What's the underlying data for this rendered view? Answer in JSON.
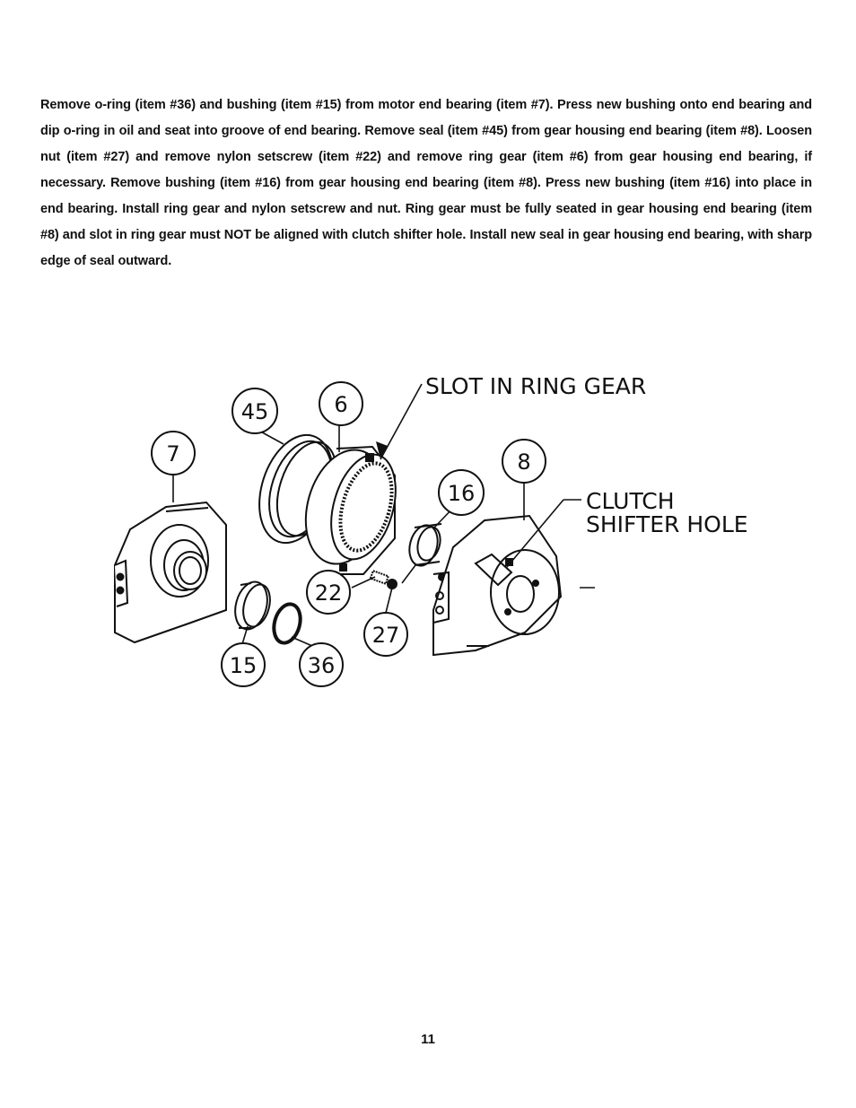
{
  "instructions": {
    "paragraph": "Remove o-ring (item #36) and bushing (item #15) from motor end bearing (item #7). Press new bushing onto end bearing and dip o-ring in oil and seat into groove of end bearing. Remove seal (item #45) from gear housing end bearing (item #8). Loosen nut (item #27) and remove nylon setscrew (item #22) and remove ring gear (item #6) from gear housing end bearing, if necessary. Remove bushing (item #16) from gear housing end bearing (item #8). Press new bushing (item #16) into place in end bearing. Install ring gear and nylon setscrew and nut. Ring gear must be fully seated in gear housing end bearing (item #8) and slot in ring gear must NOT be aligned with clutch shifter hole. Install new seal in gear housing end bearing, with sharp edge of seal outward."
  },
  "diagram": {
    "label_slot": "SLOT IN RING GEAR",
    "label_clutch_line1": "CLUTCH",
    "label_clutch_line2": "SHIFTER HOLE",
    "callouts": {
      "c45": "45",
      "c6": "6",
      "c7": "7",
      "c8": "8",
      "c16": "16",
      "c22": "22",
      "c27": "27",
      "c15": "15",
      "c36": "36"
    }
  },
  "footer": {
    "page_number": "11"
  }
}
